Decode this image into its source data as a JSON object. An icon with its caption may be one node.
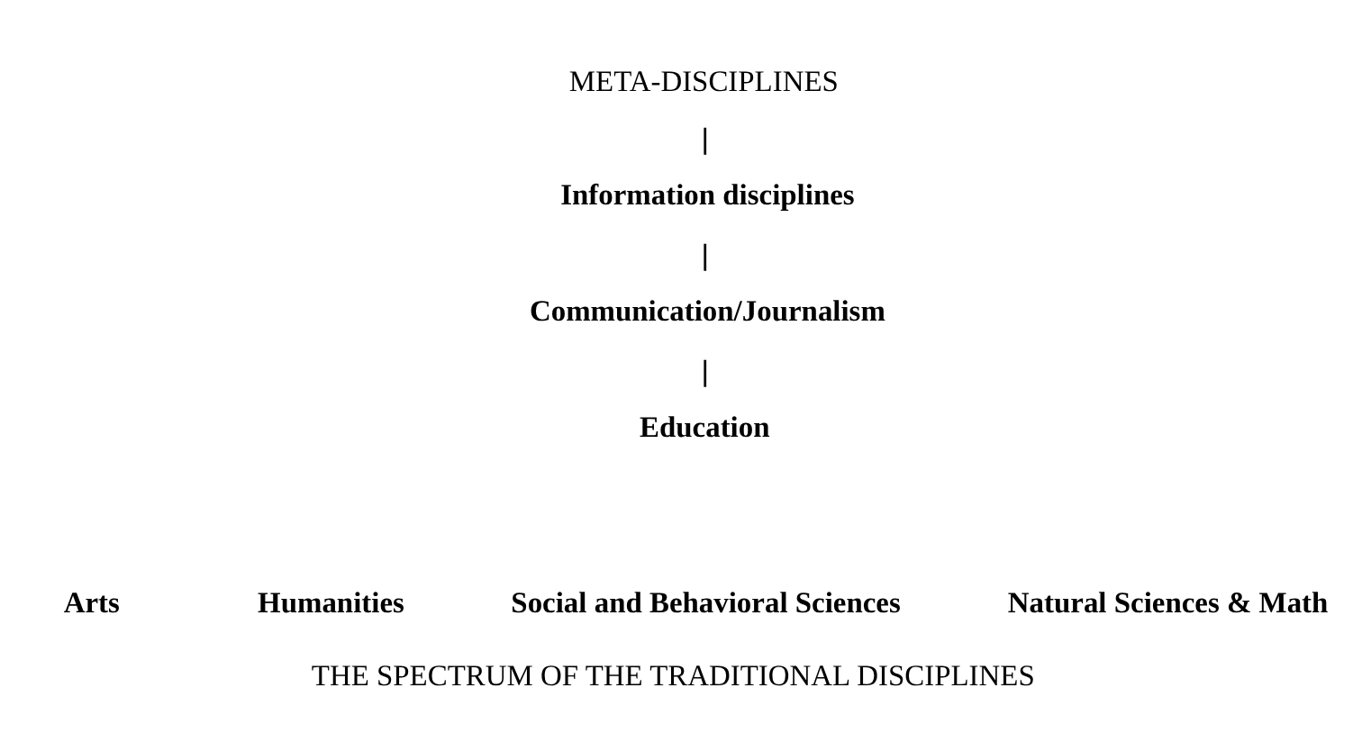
{
  "diagram": {
    "caption": "THE SPECTRUM OF THE TRADITIONAL DISCIPLINES",
    "nodes": [
      {
        "text": [
          "META-DISCIPLINES"
        ]
      },
      {
        "text": [
          "Information disciplines"
        ]
      },
      {
        "text": [
          "Communication/Journalism"
        ]
      },
      {
        "text": [
          "Education"
        ]
      }
    ],
    "edges": [
      {
        "from": 0,
        "to": 1,
        "arrow": "none"
      },
      {
        "from": 1,
        "to": 2,
        "arrow": "none"
      },
      {
        "from": 2,
        "to": 3,
        "arrow": "none"
      }
    ],
    "labels": [
      "Arts",
      "Humanities",
      "Social and Behavioral Sciences",
      "Natural Sciences & Math"
    ]
  }
}
